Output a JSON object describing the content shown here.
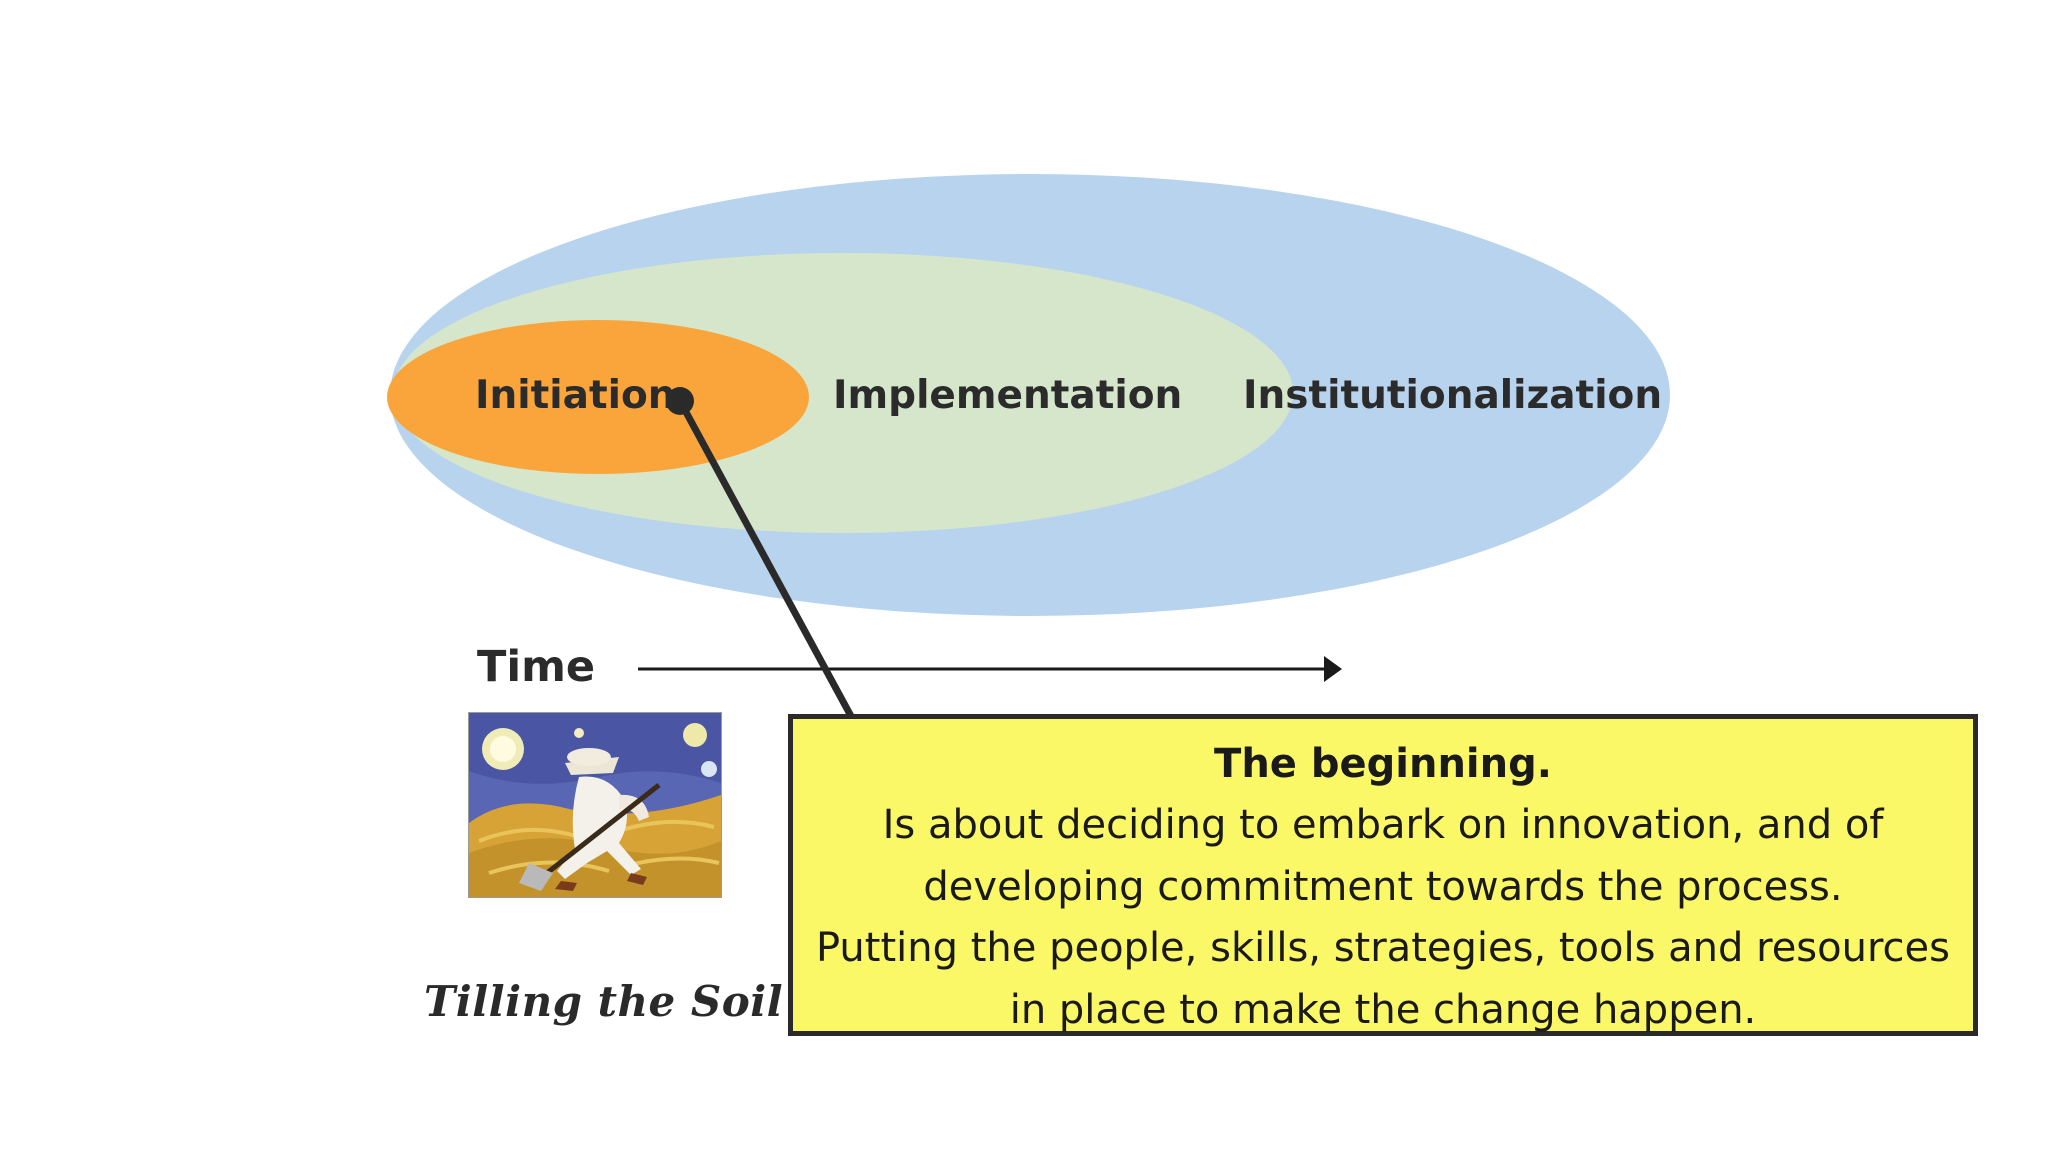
{
  "diagram": {
    "phases": [
      {
        "label": "Initiation",
        "color": "#f9a53c"
      },
      {
        "label": "Implementation",
        "color": "#d5e6cb"
      },
      {
        "label": "Institutionalization",
        "color": "#b8d3ee"
      }
    ],
    "time_label": "Time",
    "connector_color": "#2a2a2a"
  },
  "image": {
    "caption": "Tilling the Soil",
    "icon": "farmer-digging-icon"
  },
  "callout": {
    "title": "The beginning.",
    "lines": [
      "Is about deciding to embark on innovation, and of",
      "developing commitment towards the process.",
      "Putting the people, skills, strategies, tools and resources",
      "in place to make the change happen."
    ],
    "background": "#fbf867"
  }
}
